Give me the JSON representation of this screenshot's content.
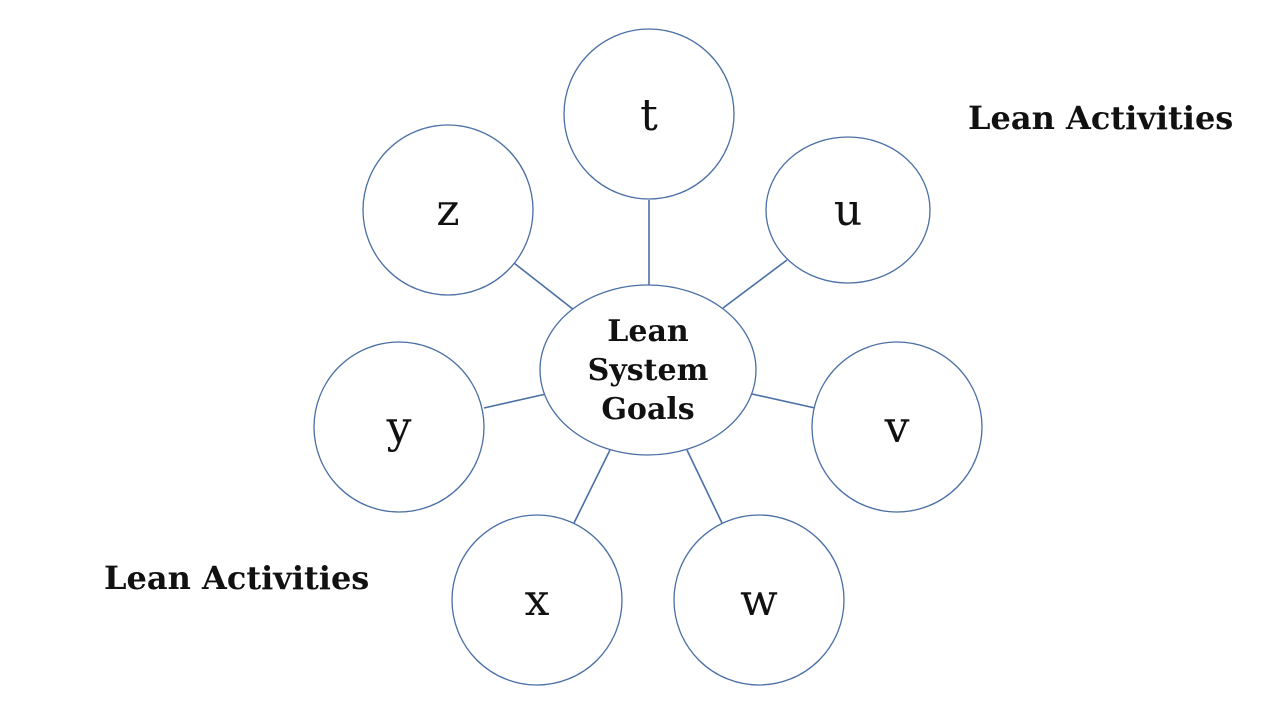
{
  "center": {
    "lines": [
      "Lean",
      "System",
      "Goals"
    ]
  },
  "nodes": [
    {
      "id": "t",
      "label": "t"
    },
    {
      "id": "u",
      "label": "u"
    },
    {
      "id": "v",
      "label": "v"
    },
    {
      "id": "w",
      "label": "w"
    },
    {
      "id": "x",
      "label": "x"
    },
    {
      "id": "y",
      "label": "y"
    },
    {
      "id": "z",
      "label": "z"
    }
  ],
  "side_labels": {
    "top_right": "Lean Activities",
    "bottom_left": "Lean Activities"
  },
  "colors": {
    "stroke": "#4a6fa5",
    "text": "#111111"
  }
}
